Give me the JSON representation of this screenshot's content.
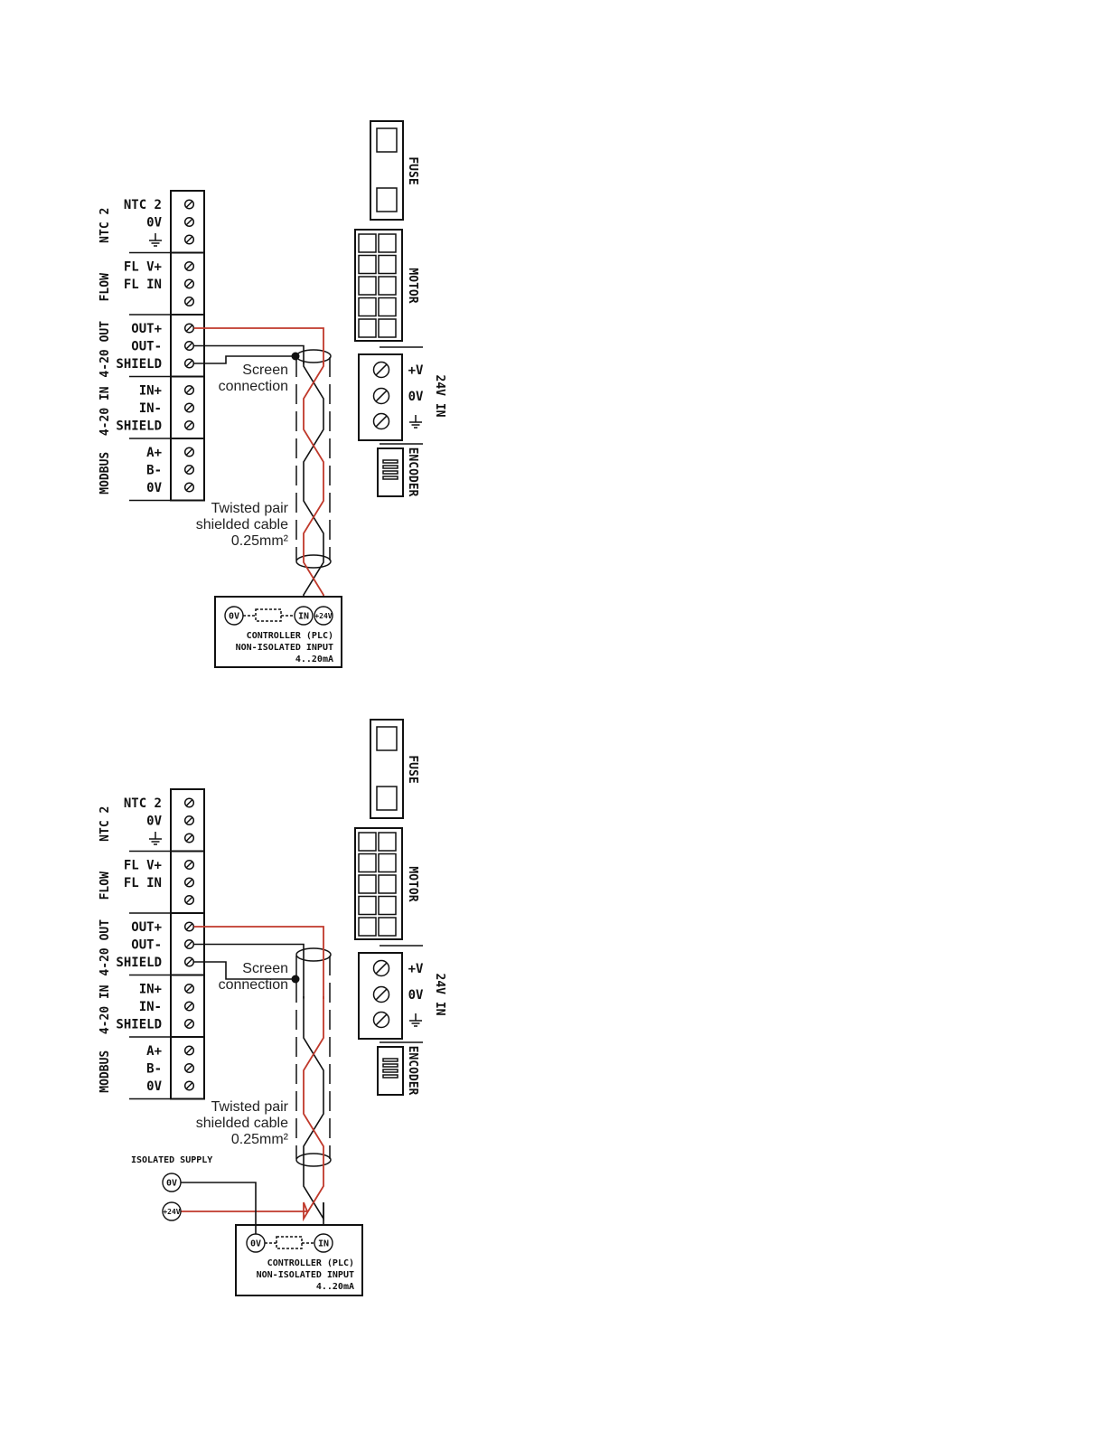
{
  "colors": {
    "line": "#111111",
    "signal_wire": "#c0392b",
    "background": "#ffffff"
  },
  "diagrams": [
    {
      "terminal_groups": [
        {
          "name": "NTC 2",
          "terminals": [
            "NTC 2",
            "0V",
            "⏚"
          ]
        },
        {
          "name": "FLOW",
          "terminals": [
            "FL V+",
            "FL IN",
            ""
          ]
        },
        {
          "name": "4-20 OUT",
          "terminals": [
            "OUT+",
            "OUT-",
            "SHIELD"
          ]
        },
        {
          "name": "4-20 IN",
          "terminals": [
            "IN+",
            "IN-",
            "SHIELD"
          ]
        },
        {
          "name": "MODBUS",
          "terminals": [
            "A+",
            "B-",
            "0V"
          ]
        }
      ],
      "components": {
        "fuse": "FUSE",
        "motor": "MOTOR",
        "power": "24V IN",
        "power_terminals": [
          "+V",
          "0V",
          "⏚"
        ],
        "encoder": "ENCODER"
      },
      "notes": {
        "screen": [
          "Screen",
          "connection"
        ],
        "cable": [
          "Twisted pair",
          "shielded cable",
          "0.25mm²"
        ]
      },
      "controller": {
        "lines": [
          "CONTROLLER (PLC)",
          "NON-ISOLATED INPUT",
          "4..20mA"
        ],
        "pins": [
          "0V",
          "IN",
          "+24V"
        ]
      }
    },
    {
      "terminal_groups": [
        {
          "name": "NTC 2",
          "terminals": [
            "NTC 2",
            "0V",
            "⏚"
          ]
        },
        {
          "name": "FLOW",
          "terminals": [
            "FL V+",
            "FL IN",
            ""
          ]
        },
        {
          "name": "4-20 OUT",
          "terminals": [
            "OUT+",
            "OUT-",
            "SHIELD"
          ]
        },
        {
          "name": "4-20 IN",
          "terminals": [
            "IN+",
            "IN-",
            "SHIELD"
          ]
        },
        {
          "name": "MODBUS",
          "terminals": [
            "A+",
            "B-",
            "0V"
          ]
        }
      ],
      "components": {
        "fuse": "FUSE",
        "motor": "MOTOR",
        "power": "24V IN",
        "power_terminals": [
          "+V",
          "0V",
          "⏚"
        ],
        "encoder": "ENCODER"
      },
      "notes": {
        "screen": [
          "Screen",
          "connection"
        ],
        "cable": [
          "Twisted pair",
          "shielded cable",
          "0.25mm²"
        ]
      },
      "isolated_supply": {
        "label": "ISOLATED SUPPLY",
        "pins": [
          "0V",
          "+24V"
        ]
      },
      "controller": {
        "lines": [
          "CONTROLLER (PLC)",
          "NON-ISOLATED INPUT",
          "4..20mA"
        ],
        "pins": [
          "0V",
          "IN"
        ]
      }
    }
  ]
}
